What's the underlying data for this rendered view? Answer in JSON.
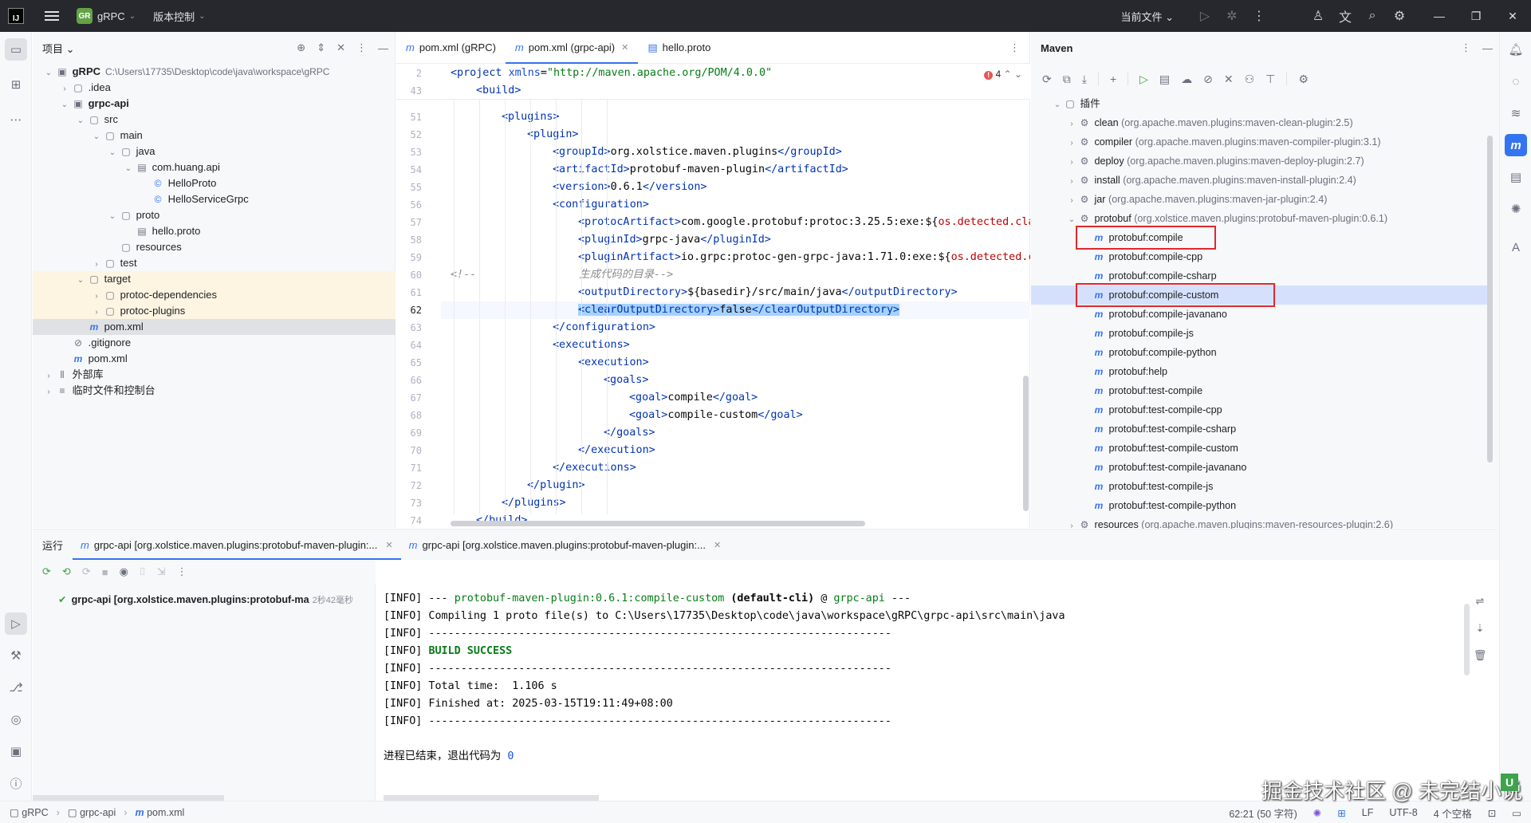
{
  "titlebar": {
    "ide_logo": "IJ",
    "project_badge": "GR",
    "project_name": "gRPC",
    "vcs_label": "版本控制",
    "run_config": "当前文件",
    "icons": [
      "run-icon",
      "debug-icon",
      "more-icon",
      "add-user-icon",
      "translate-icon",
      "search-icon",
      "settings-icon"
    ]
  },
  "project_panel": {
    "title": "项目",
    "tree": [
      {
        "depth": 0,
        "arrow": "open",
        "icon": "module",
        "name": "gRPC",
        "extra": "C:\\Users\\17735\\Desktop\\code\\java\\workspace\\gRPC",
        "bold": true
      },
      {
        "depth": 1,
        "arrow": "closed",
        "icon": "folder",
        "name": ".idea"
      },
      {
        "depth": 1,
        "arrow": "open",
        "icon": "module",
        "name": "grpc-api",
        "bold": true
      },
      {
        "depth": 2,
        "arrow": "open",
        "icon": "folder",
        "name": "src"
      },
      {
        "depth": 3,
        "arrow": "open",
        "icon": "folder",
        "name": "main"
      },
      {
        "depth": 4,
        "arrow": "open",
        "icon": "folder",
        "name": "java"
      },
      {
        "depth": 5,
        "arrow": "open",
        "icon": "package",
        "name": "com.huang.api"
      },
      {
        "depth": 6,
        "arrow": "none",
        "icon": "class",
        "name": "HelloProto"
      },
      {
        "depth": 6,
        "arrow": "none",
        "icon": "class",
        "name": "HelloServiceGrpc"
      },
      {
        "depth": 4,
        "arrow": "open",
        "icon": "folder",
        "name": "proto"
      },
      {
        "depth": 5,
        "arrow": "none",
        "icon": "proto",
        "name": "hello.proto"
      },
      {
        "depth": 4,
        "arrow": "none",
        "icon": "folder",
        "name": "resources"
      },
      {
        "depth": 3,
        "arrow": "closed",
        "icon": "folder",
        "name": "test"
      },
      {
        "depth": 2,
        "arrow": "open",
        "icon": "folder",
        "name": "target",
        "highlight": true
      },
      {
        "depth": 3,
        "arrow": "closed",
        "icon": "folder",
        "name": "protoc-dependencies",
        "highlight": true
      },
      {
        "depth": 3,
        "arrow": "closed",
        "icon": "folder",
        "name": "protoc-plugins",
        "highlight": true
      },
      {
        "depth": 2,
        "arrow": "none",
        "icon": "maven",
        "name": "pom.xml",
        "selected": true
      },
      {
        "depth": 1,
        "arrow": "none",
        "icon": "ignore",
        "name": ".gitignore"
      },
      {
        "depth": 1,
        "arrow": "none",
        "icon": "maven",
        "name": "pom.xml"
      },
      {
        "depth": 0,
        "arrow": "closed",
        "icon": "library",
        "name": "外部库"
      },
      {
        "depth": 0,
        "arrow": "closed",
        "icon": "scratch",
        "name": "临时文件和控制台"
      }
    ]
  },
  "editor": {
    "tabs": [
      {
        "label": "pom.xml (gRPC)",
        "icon": "maven",
        "active": false,
        "closable": false
      },
      {
        "label": "pom.xml (grpc-api)",
        "icon": "maven",
        "active": true,
        "closable": true
      },
      {
        "label": "hello.proto",
        "icon": "proto",
        "active": false,
        "closable": false
      }
    ],
    "error_count": "4",
    "sticky": [
      {
        "num": "2",
        "indent": 0,
        "html": "<span class=\"tag\">&lt;project</span> <span class=\"attr\">xmlns</span>=<span class=\"val\">\"http://maven.apache.org/POM/4.0.0\"</span>"
      },
      {
        "num": "43",
        "indent": 1,
        "html": "<span class=\"tag\">&lt;build&gt;</span>"
      }
    ],
    "current_line": "62",
    "lines": [
      {
        "num": "51",
        "indent": 2,
        "html": "<span class=\"tag\">&lt;plugins&gt;</span>"
      },
      {
        "num": "52",
        "indent": 3,
        "html": "<span class=\"tag\">&lt;plugin&gt;</span>"
      },
      {
        "num": "53",
        "indent": 4,
        "html": "<span class=\"tag\">&lt;groupId&gt;</span>org.xolstice.maven.plugins<span class=\"tag\">&lt;/groupId&gt;</span>"
      },
      {
        "num": "54",
        "indent": 4,
        "html": "<span class=\"tag\">&lt;artifactId&gt;</span>protobuf-maven-plugin<span class=\"tag\">&lt;/artifactId&gt;</span>"
      },
      {
        "num": "55",
        "indent": 4,
        "html": "<span class=\"tag\">&lt;version&gt;</span>0.6.1<span class=\"tag\">&lt;/version&gt;</span>"
      },
      {
        "num": "56",
        "indent": 4,
        "html": "<span class=\"tag\">&lt;configuration&gt;</span>"
      },
      {
        "num": "57",
        "indent": 5,
        "html": "<span class=\"tag\">&lt;protocArtifact&gt;</span>com.google.protobuf:protoc:3.25.5:exe:${<span class=\"red\">os.detected.cla</span>"
      },
      {
        "num": "58",
        "indent": 5,
        "html": "<span class=\"tag\">&lt;pluginId&gt;</span>grpc-java<span class=\"tag\">&lt;/pluginId&gt;</span>"
      },
      {
        "num": "59",
        "indent": 5,
        "html": "<span class=\"tag\">&lt;pluginArtifact&gt;</span>io.grpc:protoc-gen-grpc-java:1.71.0:exe:${<span class=\"red\">os.detected.c</span>"
      },
      {
        "num": "60",
        "indent": 0,
        "html": "<span class=\"com\">&lt;!--                生成代码的目录--&gt;</span>"
      },
      {
        "num": "61",
        "indent": 5,
        "html": "<span class=\"tag\">&lt;outputDirectory&gt;</span>${basedir}/src/main/java<span class=\"tag\">&lt;/outputDirectory&gt;</span>"
      },
      {
        "num": "62",
        "indent": 5,
        "html": "<span class=\"selbg\"><span class=\"tag\">&lt;clearOutputDirectory&gt;</span>false<span class=\"tag\">&lt;/clearOutputDirectory&gt;</span></span>"
      },
      {
        "num": "63",
        "indent": 4,
        "html": "<span class=\"tag\">&lt;/configuration&gt;</span>"
      },
      {
        "num": "64",
        "indent": 4,
        "html": "<span class=\"tag\">&lt;executions&gt;</span>"
      },
      {
        "num": "65",
        "indent": 5,
        "html": "<span class=\"tag\">&lt;execution&gt;</span>"
      },
      {
        "num": "66",
        "indent": 6,
        "html": "<span class=\"tag\">&lt;goals&gt;</span>"
      },
      {
        "num": "67",
        "indent": 7,
        "html": "<span class=\"tag\">&lt;goal&gt;</span>compile<span class=\"tag\">&lt;/goal&gt;</span>"
      },
      {
        "num": "68",
        "indent": 7,
        "html": "<span class=\"tag\">&lt;goal&gt;</span>compile-custom<span class=\"tag\">&lt;/goal&gt;</span>"
      },
      {
        "num": "69",
        "indent": 6,
        "html": "<span class=\"tag\">&lt;/goals&gt;</span>"
      },
      {
        "num": "70",
        "indent": 5,
        "html": "<span class=\"tag\">&lt;/execution&gt;</span>"
      },
      {
        "num": "71",
        "indent": 4,
        "html": "<span class=\"tag\">&lt;/executions&gt;</span>"
      },
      {
        "num": "72",
        "indent": 3,
        "html": "<span class=\"tag\">&lt;/plugin&gt;</span>"
      },
      {
        "num": "73",
        "indent": 2,
        "html": "<span class=\"tag\">&lt;/plugins&gt;</span>"
      },
      {
        "num": "74",
        "indent": 1,
        "html": "<span class=\"tag\">&lt;/build&gt;</span>"
      }
    ]
  },
  "maven_panel": {
    "title": "Maven",
    "tree": [
      {
        "depth": 0,
        "arrow": "open",
        "icon": "folder",
        "name": "插件",
        "extra": ""
      },
      {
        "depth": 1,
        "arrow": "closed",
        "icon": "plugin",
        "name": "clean",
        "extra": "(org.apache.maven.plugins:maven-clean-plugin:2.5)"
      },
      {
        "depth": 1,
        "arrow": "closed",
        "icon": "plugin",
        "name": "compiler",
        "extra": "(org.apache.maven.plugins:maven-compiler-plugin:3.1)"
      },
      {
        "depth": 1,
        "arrow": "closed",
        "icon": "plugin",
        "name": "deploy",
        "extra": "(org.apache.maven.plugins:maven-deploy-plugin:2.7)"
      },
      {
        "depth": 1,
        "arrow": "closed",
        "icon": "plugin",
        "name": "install",
        "extra": "(org.apache.maven.plugins:maven-install-plugin:2.4)"
      },
      {
        "depth": 1,
        "arrow": "closed",
        "icon": "plugin",
        "name": "jar",
        "extra": "(org.apache.maven.plugins:maven-jar-plugin:2.4)"
      },
      {
        "depth": 1,
        "arrow": "open",
        "icon": "plugin",
        "name": "protobuf",
        "extra": "(org.xolstice.maven.plugins:protobuf-maven-plugin:0.6.1)"
      },
      {
        "depth": 2,
        "arrow": "none",
        "icon": "goal",
        "name": "protobuf:compile",
        "extra": "",
        "boxed": true
      },
      {
        "depth": 2,
        "arrow": "none",
        "icon": "goal",
        "name": "protobuf:compile-cpp",
        "extra": ""
      },
      {
        "depth": 2,
        "arrow": "none",
        "icon": "goal",
        "name": "protobuf:compile-csharp",
        "extra": ""
      },
      {
        "depth": 2,
        "arrow": "none",
        "icon": "goal",
        "name": "protobuf:compile-custom",
        "extra": "",
        "boxed": true,
        "selected": true
      },
      {
        "depth": 2,
        "arrow": "none",
        "icon": "goal",
        "name": "protobuf:compile-javanano",
        "extra": ""
      },
      {
        "depth": 2,
        "arrow": "none",
        "icon": "goal",
        "name": "protobuf:compile-js",
        "extra": ""
      },
      {
        "depth": 2,
        "arrow": "none",
        "icon": "goal",
        "name": "protobuf:compile-python",
        "extra": ""
      },
      {
        "depth": 2,
        "arrow": "none",
        "icon": "goal",
        "name": "protobuf:help",
        "extra": ""
      },
      {
        "depth": 2,
        "arrow": "none",
        "icon": "goal",
        "name": "protobuf:test-compile",
        "extra": ""
      },
      {
        "depth": 2,
        "arrow": "none",
        "icon": "goal",
        "name": "protobuf:test-compile-cpp",
        "extra": ""
      },
      {
        "depth": 2,
        "arrow": "none",
        "icon": "goal",
        "name": "protobuf:test-compile-csharp",
        "extra": ""
      },
      {
        "depth": 2,
        "arrow": "none",
        "icon": "goal",
        "name": "protobuf:test-compile-custom",
        "extra": ""
      },
      {
        "depth": 2,
        "arrow": "none",
        "icon": "goal",
        "name": "protobuf:test-compile-javanano",
        "extra": ""
      },
      {
        "depth": 2,
        "arrow": "none",
        "icon": "goal",
        "name": "protobuf:test-compile-js",
        "extra": ""
      },
      {
        "depth": 2,
        "arrow": "none",
        "icon": "goal",
        "name": "protobuf:test-compile-python",
        "extra": ""
      },
      {
        "depth": 1,
        "arrow": "closed",
        "icon": "plugin",
        "name": "resources",
        "extra": "(org.apache.maven.plugins:maven-resources-plugin:2.6)"
      }
    ]
  },
  "run_panel": {
    "label": "运行",
    "tabs": [
      {
        "label": "grpc-api [org.xolstice.maven.plugins:protobuf-maven-plugin:...",
        "active": true
      },
      {
        "label": "grpc-api [org.xolstice.maven.plugins:protobuf-maven-plugin:...",
        "active": false
      }
    ],
    "tree_node": "grpc-api [org.xolstice.maven.plugins:protobuf-ma",
    "tree_node_time": "2秒42毫秒",
    "console": [
      {
        "html": "[INFO] --- <span class=\"lnk\">protobuf-maven-plugin:0.6.1:compile-custom</span> <b>(default-cli)</b> @ <span class=\"lnk\">grpc-api</span> ---"
      },
      {
        "html": "[INFO] Compiling 1 proto file(s) to C:\\Users\\17735\\Desktop\\code\\java\\workspace\\gRPC\\grpc-api\\src\\main\\java"
      },
      {
        "html": "[INFO] ------------------------------------------------------------------------"
      },
      {
        "html": "[INFO] <span class=\"lnk\"><b>BUILD SUCCESS</b></span>"
      },
      {
        "html": "[INFO] ------------------------------------------------------------------------"
      },
      {
        "html": "[INFO] Total time:  1.106 s"
      },
      {
        "html": "[INFO] Finished at: 2025-03-15T19:11:49+08:00"
      },
      {
        "html": "[INFO] ------------------------------------------------------------------------"
      },
      {
        "html": ""
      },
      {
        "html": "进程已结束，退出代码为 <span class=\"num\">0</span>"
      }
    ]
  },
  "statusbar": {
    "crumbs": [
      "gRPC",
      "grpc-api",
      "pom.xml"
    ],
    "position": "62:21 (50 字符)",
    "line_sep": "LF",
    "encoding": "UTF-8",
    "indent": "4 个空格"
  },
  "watermark": "掘金技术社区 @ 未完结小说",
  "watermark_badge": "U"
}
